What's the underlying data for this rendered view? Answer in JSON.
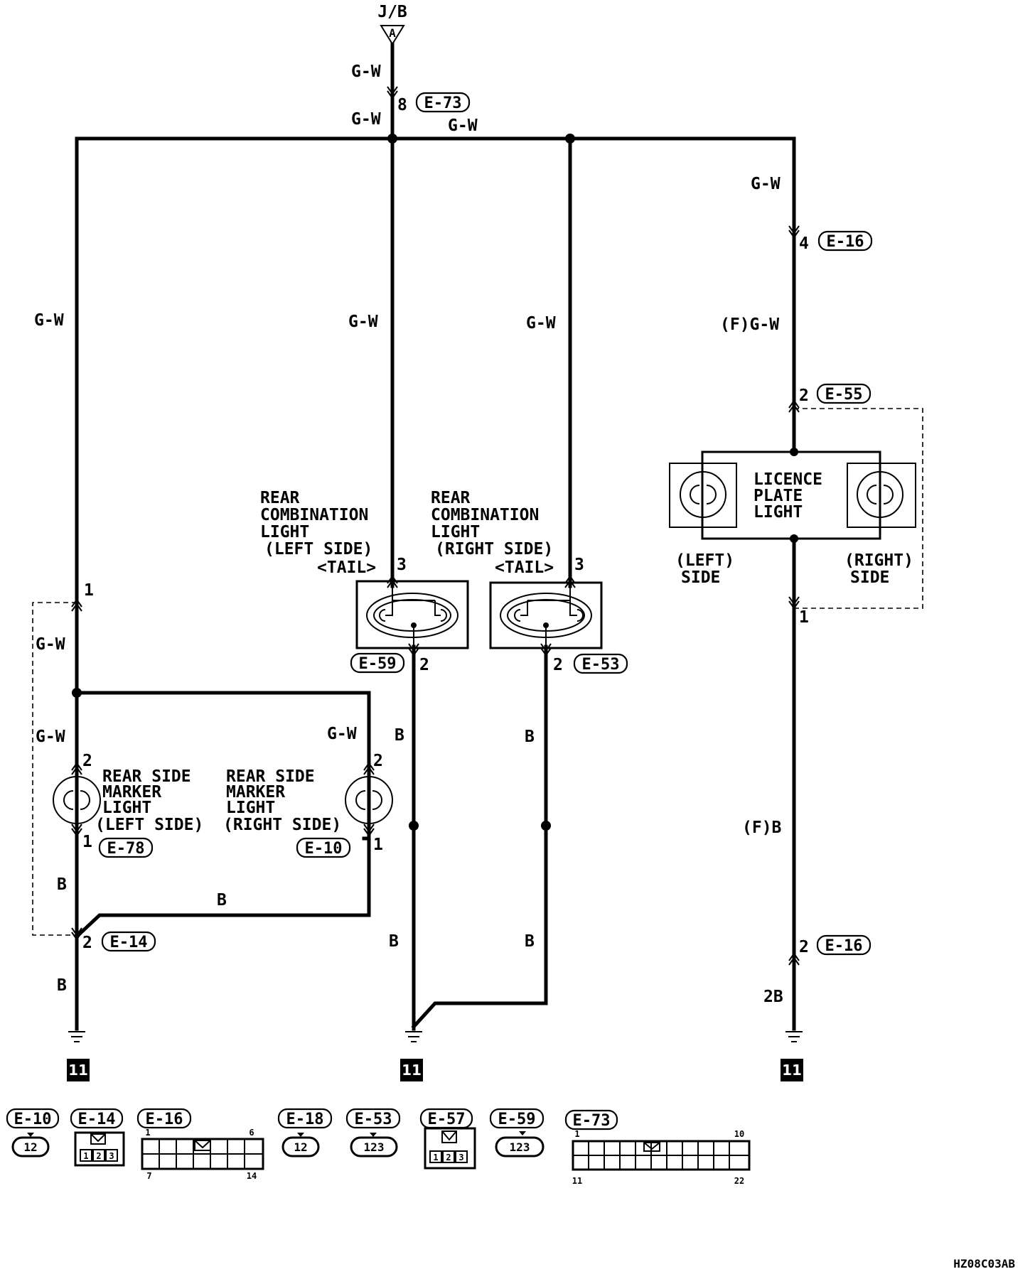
{
  "source": {
    "label": "J/B",
    "terminal": "A"
  },
  "wire_colors": {
    "gw": "G-W",
    "b": "B",
    "f_gw": "(F)G-W",
    "f_b": "(F)B",
    "twob": "2B"
  },
  "connectors": {
    "e73_top": {
      "pin": "8",
      "id": "E-73"
    },
    "e16_top": {
      "pin": "4",
      "id": "E-16"
    },
    "e55": {
      "pin": "2",
      "id": "E-55"
    },
    "lic_out": {
      "pin": "1"
    },
    "e16_bottom": {
      "pin": "2",
      "id": "E-16"
    },
    "e59": {
      "pin": "2",
      "id": "E-59"
    },
    "e53": {
      "pin": "2",
      "id": "E-53"
    },
    "left_junction": {
      "pin": "1"
    },
    "marker_left_in": {
      "pin": "2"
    },
    "marker_left_out": {
      "pin": "1",
      "id": "E-78"
    },
    "marker_right_in": {
      "pin": "2"
    },
    "marker_right_out": {
      "pin": "1",
      "id": "E-10"
    },
    "e14": {
      "pin": "2",
      "id": "E-14"
    },
    "combo_left_in": {
      "pin": "3"
    },
    "combo_right_in": {
      "pin": "3"
    }
  },
  "components": {
    "rear_combo_left": {
      "line1": "REAR",
      "line2": "COMBINATION",
      "line3": "LIGHT",
      "line4": "(LEFT SIDE)",
      "line5": "<TAIL>"
    },
    "rear_combo_right": {
      "line1": "REAR",
      "line2": "COMBINATION",
      "line3": "LIGHT",
      "line4": "(RIGHT SIDE)",
      "line5": "<TAIL>"
    },
    "licence_plate": {
      "line1": "LICENCE",
      "line2": "PLATE",
      "line3": "LIGHT",
      "left_l1": "(LEFT)",
      "left_l2": "SIDE",
      "right_l1": "(RIGHT)",
      "right_l2": "SIDE"
    },
    "marker_left": {
      "line1": "REAR SIDE",
      "line2": "MARKER",
      "line3": "LIGHT",
      "line4": "(LEFT SIDE)"
    },
    "marker_right": {
      "line1": "REAR SIDE",
      "line2": "MARKER",
      "line3": "LIGHT",
      "line4": "(RIGHT SIDE)"
    }
  },
  "grounds": {
    "label": "11"
  },
  "legend": {
    "e10": {
      "id": "E-10",
      "pins": "12"
    },
    "e14": {
      "id": "E-14",
      "p1": "1",
      "p2": "2",
      "p3": "3"
    },
    "e16": {
      "id": "E-16",
      "tl": "1",
      "tr": "6",
      "bl": "7",
      "br": "14"
    },
    "e18": {
      "id": "E-18",
      "pins": "12"
    },
    "e53": {
      "id": "E-53",
      "pins": "123"
    },
    "e57": {
      "id": "E-57",
      "p1": "1",
      "p2": "2",
      "p3": "3"
    },
    "e59": {
      "id": "E-59",
      "pins": "123"
    },
    "e73": {
      "id": "E-73",
      "tl": "1",
      "tr": "10",
      "bl": "11",
      "br": "22"
    }
  },
  "drawing_code": "HZ08C03AB"
}
